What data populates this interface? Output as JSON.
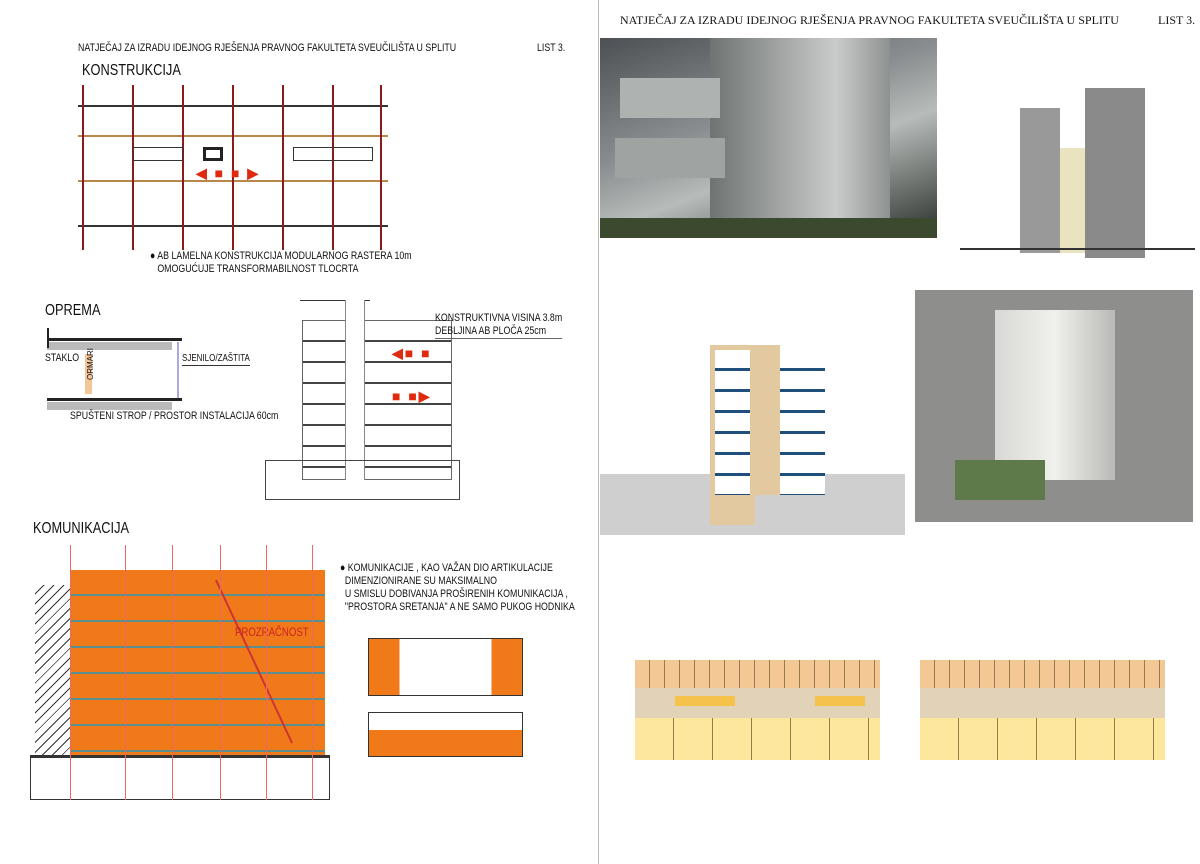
{
  "left_sheet": {
    "header_title": "NATJEČAJ ZA IZRADU IDEJNOG RJEŠENJA PRAVNOG FAKULTETA SVEUČILIŠTA U SPLITU",
    "sheet_number": "LIST 3.",
    "konstrukcija": {
      "heading": "KONSTRUKCIJA",
      "note_line1": "AB LAMELNA KONSTRUKCIJA MODULARNOG RASTERA 10m",
      "note_line2": "OMOGUĆUJE TRANSFORMABILNOST TLOCRTA"
    },
    "oprema": {
      "heading": "OPREMA",
      "label_glass": "STAKLO",
      "label_cabinets": "ORMARI",
      "label_shade": "SJENILO/ZAŠTITA",
      "label_ceiling": "SPUŠTENI STROP / PROSTOR INSTALACIJA 60cm"
    },
    "section_notes": {
      "line1": "KONSTRUKTIVNA VISINA 3.8m",
      "line2": "DEBLJINA AB PLOČA 25cm"
    },
    "komunikacija": {
      "heading": "KOMUNIKACIJA",
      "transparency_label": "PROZRAČNOST",
      "note_lines": [
        "KOMUNIKACIJE , KAO VAŽAN DIO ARTIKULACIJE",
        "DIMENZIONIRANE SU MAKSIMALNO",
        "U SMISLU DOBIVANJA PROŠIRENIH KOMUNIKACIJA ,",
        "\"PROSTORA SRETANJA\" A NE SAMO PUKOG HODNIKA"
      ]
    }
  },
  "right_sheet": {
    "header_title": "NATJEČAJ ZA IZRADU IDEJNOG RJEŠENJA PRAVNOG FAKULTETA SVEUČILIŠTA U SPLITU",
    "sheet_number": "LIST 3."
  },
  "colors": {
    "accent_orange": "#f07a1a",
    "arrow_red": "#e02a10",
    "column_red": "#8b1a1a"
  }
}
